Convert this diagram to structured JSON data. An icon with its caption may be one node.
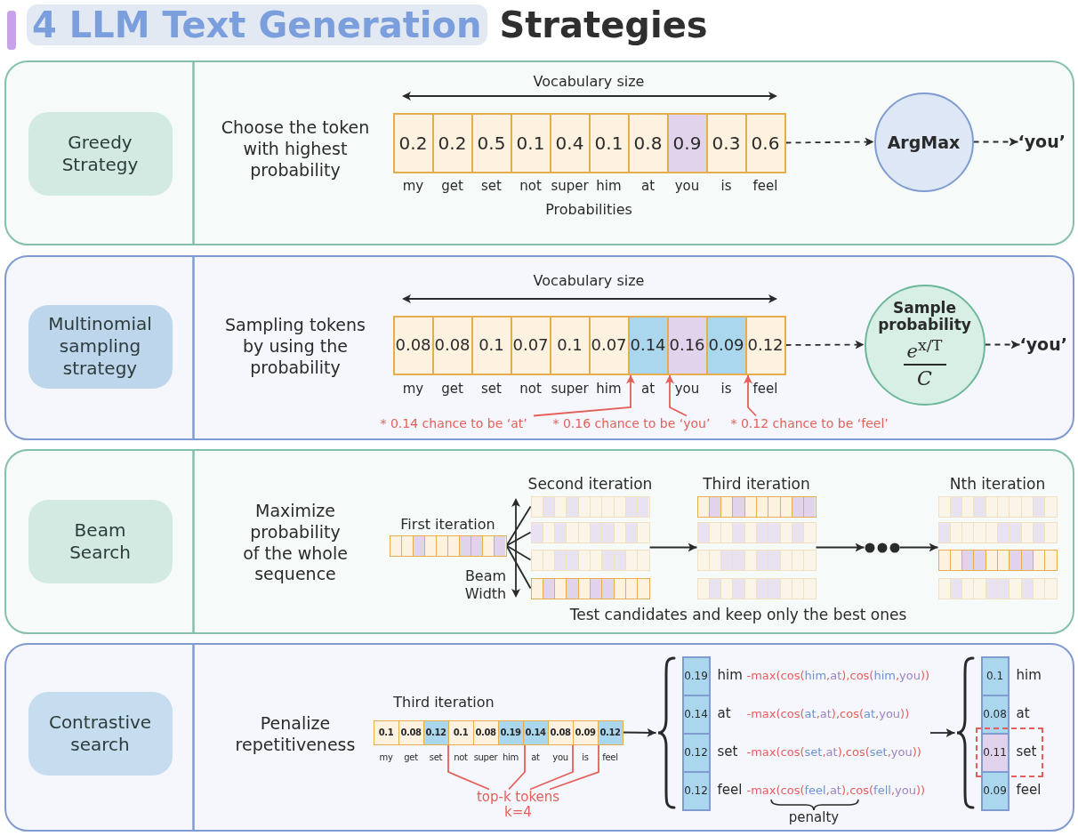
{
  "diagram": {
    "title": "4 LLM Text Generation Strategies",
    "nodes": [
      {
        "text": [],
        "shape": "box"
      },
      {
        "text": [
          "Greedy Strategy"
        ],
        "in": 0
      },
      {
        "text": [
          "0.2"
        ],
        "beside": [
          "my"
        ],
        "in": 0
      },
      {
        "text": [
          "0.2"
        ],
        "beside": [
          "get"
        ],
        "in": 0
      },
      {
        "text": [
          "0.5"
        ],
        "beside": [
          "set"
        ],
        "in": 0
      },
      {
        "text": [
          "0.1"
        ],
        "beside": [
          "not"
        ],
        "in": 0
      },
      {
        "text": [
          "0.4"
        ],
        "beside": [
          "super"
        ],
        "in": 0
      },
      {
        "text": [
          "0.1"
        ],
        "beside": [
          "him"
        ],
        "in": 0
      },
      {
        "text": [
          "0.8"
        ],
        "beside": [
          "at"
        ],
        "in": 0
      },
      {
        "text": [
          "0.9"
        ],
        "beside": [
          "you"
        ],
        "in": 0
      },
      {
        "text": [
          "0.3"
        ],
        "beside": [
          "is"
        ],
        "in": 0
      },
      {
        "text": [
          "0.6"
        ],
        "beside": [
          "feel"
        ],
        "in": 0
      },
      {
        "text": [
          "ArgMax"
        ],
        "in": 0
      },
      {
        "text": [
          "‘you’"
        ],
        "in": 0
      },
      {
        "text": [],
        "shape": "box"
      },
      {
        "text": [
          "Multinomial sampling strategy"
        ],
        "in": 14
      },
      {
        "text": [
          "0.08"
        ],
        "beside": [
          "my"
        ],
        "in": 14
      },
      {
        "text": [
          "0.08"
        ],
        "beside": [
          "get"
        ],
        "in": 14
      },
      {
        "text": [
          "0.1"
        ],
        "beside": [
          "set"
        ],
        "in": 14
      },
      {
        "text": [
          "0.07"
        ],
        "beside": [
          "not"
        ],
        "in": 14
      },
      {
        "text": [
          "0.1"
        ],
        "beside": [
          "super"
        ],
        "in": 14
      },
      {
        "text": [
          "0.07"
        ],
        "beside": [
          "him"
        ],
        "in": 14
      },
      {
        "text": [
          "0.14"
        ],
        "beside": [
          "at"
        ],
        "in": 14
      },
      {
        "text": [
          "0.16"
        ],
        "beside": [
          "you"
        ],
        "in": 14
      },
      {
        "text": [
          "0.09"
        ],
        "beside": [
          "is"
        ],
        "in": 14
      },
      {
        "text": [
          "0.12"
        ],
        "beside": [
          "feel"
        ],
        "in": 14
      },
      {
        "text": [
          "Sample probability",
          "*e*$^{x/T}$",
          "C"
        ],
        "in": 14
      },
      {
        "text": [
          "‘you’"
        ],
        "in": 14
      },
      {
        "text": [
          "* 0.14 chance to be ‘at’"
        ],
        "in": 14
      },
      {
        "text": [
          "* 0.16 chance to be ‘you’"
        ],
        "in": 14
      },
      {
        "text": [
          "* 0.12 chance to be ‘feel’"
        ],
        "in": 14
      },
      {
        "text": [],
        "shape": "box"
      },
      {
        "text": [
          "Beam Search"
        ],
        "in": 31
      },
      {
        "text": [
          "First iteration"
        ],
        "in": 31
      },
      {
        "text": [
          "Second iteration"
        ],
        "in": 31
      },
      {
        "text": [],
        "shape": "bar",
        "in": 34
      },
      {
        "text": [],
        "shape": "bar",
        "in": 34
      },
      {
        "text": [],
        "shape": "bar",
        "in": 34
      },
      {
        "text": [],
        "shape": "bar",
        "in": 34
      },
      {
        "text": [
          "Third iteration"
        ],
        "in": 31
      },
      {
        "text": [],
        "shape": "bar",
        "in": 39
      },
      {
        "text": [],
        "shape": "bar",
        "in": 39
      },
      {
        "text": [],
        "shape": "bar",
        "in": 39
      },
      {
        "text": [],
        "shape": "bar",
        "in": 39
      },
      {
        "text": [],
        "shape": "dots",
        "in": 31
      },
      {
        "text": [
          "Nth iteration"
        ],
        "in": 31
      },
      {
        "text": [],
        "shape": "bar",
        "in": 45
      },
      {
        "text": [],
        "shape": "bar",
        "in": 45
      },
      {
        "text": [],
        "shape": "bar",
        "in": 45
      },
      {
        "text": [],
        "shape": "bar",
        "in": 45
      },
      {
        "text": [],
        "shape": "box"
      },
      {
        "text": [
          "Contrastive search"
        ],
        "in": 50
      },
      {
        "text": [
          "0.1"
        ],
        "beside": [
          "my"
        ],
        "in": 50
      },
      {
        "text": [
          "0.08"
        ],
        "beside": [
          "get"
        ],
        "in": 50
      },
      {
        "text": [
          "0.12"
        ],
        "beside": [
          "set"
        ],
        "in": 50
      },
      {
        "text": [
          "0.1"
        ],
        "beside": [
          "not"
        ],
        "in": 50
      },
      {
        "text": [
          "0.08"
        ],
        "beside": [
          "super"
        ],
        "in": 50
      },
      {
        "text": [
          "0.19"
        ],
        "beside": [
          "him"
        ],
        "in": 50
      },
      {
        "text": [
          "0.14"
        ],
        "beside": [
          "at"
        ],
        "in": 50
      },
      {
        "text": [
          "0.08"
        ],
        "beside": [
          "you"
        ],
        "in": 50
      },
      {
        "text": [
          "0.09"
        ],
        "beside": [
          "is"
        ],
        "in": 50
      },
      {
        "text": [
          "0.12"
        ],
        "beside": [
          "feel"
        ],
        "in": 50
      },
      {
        "text": [
          "top-k tokens k=4"
        ],
        "in": 50
      },
      {
        "text": [],
        "shape": "brace",
        "in": 50
      },
      {
        "text": [
          "0.19"
        ],
        "beside": [
          "him",
          "-max(cos(him,at),cos(him,you))"
        ],
        "in": 50
      },
      {
        "text": [
          "0.14"
        ],
        "beside": [
          "at",
          "-max(cos(at,at),cos(at,you))"
        ],
        "in": 50
      },
      {
        "text": [
          "0.12"
        ],
        "beside": [
          "set",
          "-max(cos(set,at),cos(set,you))"
        ],
        "in": 50
      },
      {
        "text": [
          "0.12"
        ],
        "beside": [
          "feel",
          "-max(cos(feel,at),cos(fell,you))"
        ],
        "in": 50
      },
      {
        "text": [],
        "shape": "brace",
        "in": 50
      },
      {
        "text": [
          "0.1"
        ],
        "beside": [
          "him"
        ],
        "in": 50
      },
      {
        "text": [
          "0.08"
        ],
        "beside": [
          "at"
        ],
        "in": 50
      },
      {
        "text": [],
        "shape": "box",
        "in": 50
      },
      {
        "text": [
          "0.11"
        ],
        "beside": [
          "set"
        ],
        "in": 71
      },
      {
        "text": [
          "0.09"
        ],
        "beside": [
          "feel"
        ],
        "in": 50
      }
    ],
    "edges": [
      {
        "from": 11,
        "to": 12,
        "arrow": "to",
        "style": "dashed"
      },
      {
        "from": 12,
        "to": 13,
        "arrow": "to",
        "style": "dashed"
      },
      {
        "from": 25,
        "to": 26,
        "arrow": "to",
        "style": "dashed"
      },
      {
        "from": 26,
        "to": 27,
        "arrow": "to",
        "style": "dashed"
      },
      {
        "from": 28,
        "to": 22,
        "arrow": "to",
        "color": "#e45f5a"
      },
      {
        "from": 29,
        "to": 23,
        "arrow": "to",
        "color": "#e45f5a"
      },
      {
        "from": 30,
        "to": 25,
        "arrow": "to",
        "color": "#e45f5a"
      },
      {
        "from": 33,
        "to": 35,
        "arrow": "none"
      },
      {
        "from": 33,
        "to": 36,
        "arrow": "none"
      },
      {
        "from": 33,
        "to": 37,
        "arrow": "none"
      },
      {
        "from": 33,
        "to": 38,
        "arrow": "none"
      },
      {
        "from": 34,
        "to": 39,
        "arrow": "to"
      },
      {
        "from": 39,
        "to": 44,
        "arrow": "to"
      },
      {
        "from": 44,
        "to": 45,
        "arrow": "to"
      },
      {
        "from": 62,
        "to": 54,
        "arrow": "none",
        "color": "#e45f5a"
      },
      {
        "from": 62,
        "to": 58,
        "arrow": "none",
        "color": "#e45f5a"
      },
      {
        "from": 62,
        "to": 59,
        "arrow": "none",
        "color": "#e45f5a"
      },
      {
        "from": 62,
        "to": 61,
        "arrow": "none",
        "color": "#e45f5a"
      },
      {
        "from": 61,
        "to": 63,
        "arrow": "to"
      },
      {
        "from": null,
        "to": 68,
        "arrow": "to"
      }
    ],
    "labels": [
      "Vocabulary size",
      "Choose the token with highest probability",
      "Probabilities",
      "Vocabulary size",
      "Sampling tokens by using the probability",
      "Maximize probability of the whole sequence",
      "Beam Width",
      "Test candidates and keep only the best ones",
      "Third iteration",
      "Penalize repetitiveness",
      "penalty"
    ]
  }
}
